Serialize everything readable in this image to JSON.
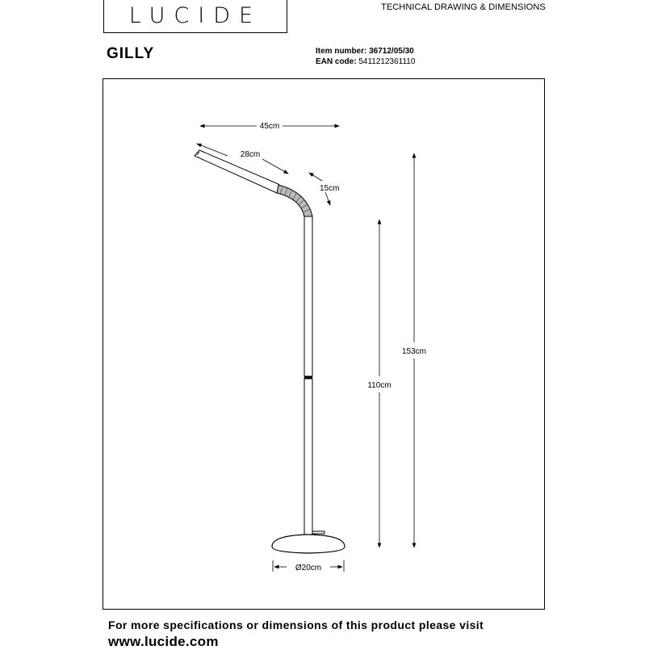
{
  "header": {
    "brand": "LUCIDE",
    "doc_type": "TECHNICAL DRAWING & DIMENSIONS"
  },
  "product": {
    "name": "GILLY",
    "item_number_label": "Item number:",
    "item_number": "36712/05/30",
    "ean_label": "EAN code:",
    "ean": "5411212361110"
  },
  "dimensions": {
    "total_width": "45cm",
    "arm_length": "28cm",
    "flex_length": "15cm",
    "total_height": "153cm",
    "stem_height": "110cm",
    "base_diameter": "Ø20cm"
  },
  "footer": {
    "line1": "For more specifications or dimensions of this product please visit",
    "url": "www.lucide.com"
  }
}
